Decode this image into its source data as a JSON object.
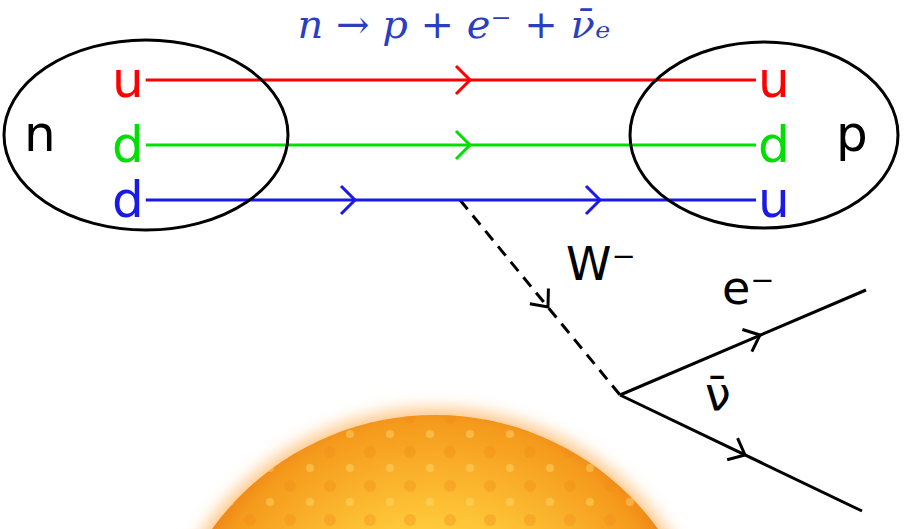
{
  "diagram": {
    "title": "n → p + e⁻ + ν̄ₑ",
    "nodes": [
      {
        "text": [
          "n"
        ]
      },
      {
        "text": [
          "u"
        ],
        "in": 0
      },
      {
        "text": [
          "d"
        ],
        "in": 0
      },
      {
        "text": [
          "d"
        ],
        "in": 0
      },
      {
        "text": [
          "p"
        ]
      },
      {
        "text": [
          "u"
        ],
        "in": 4
      },
      {
        "text": [
          "d"
        ],
        "in": 4
      },
      {
        "text": [
          "u"
        ],
        "in": 4
      }
    ],
    "edges": [
      {
        "from": 1,
        "to": 5,
        "arrow": "to"
      },
      {
        "from": 2,
        "to": 6,
        "arrow": "to"
      },
      {
        "from": 3,
        "to": 7,
        "arrow": "to"
      }
    ],
    "labels": [
      "W⁻",
      "e⁻",
      "ν̄"
    ]
  }
}
